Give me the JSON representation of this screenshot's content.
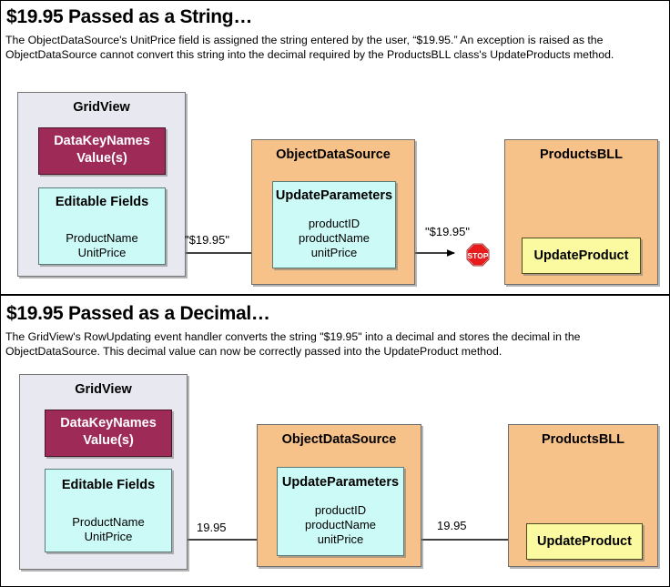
{
  "panels": [
    {
      "id": "string-case",
      "title": "$19.95 Passed as a String…",
      "description": "The ObjectDataSource's UnitPrice field is assigned the string entered by the user, “$19.95.” An exception is raised as the ObjectDataSource cannot convert this string into the decimal required by the ProductsBLL class's UpdateProducts method.",
      "gridview": {
        "title": "GridView",
        "datakey": {
          "title": "DataKeyNames\nValue(s)",
          "line1": "DataKeyNames",
          "line2": "Value(s)"
        },
        "editable": {
          "title": "Editable Fields",
          "fields": "ProductName\nUnitPrice",
          "field1": "ProductName",
          "field2": "UnitPrice"
        }
      },
      "objectdatasource": {
        "title": "ObjectDataSource",
        "updateparameters": {
          "title": "UpdateParameters",
          "params": [
            "productID",
            "productName",
            "unitPrice"
          ]
        }
      },
      "productsbll": {
        "title": "ProductsBLL",
        "method": "UpdateProduct"
      },
      "arrow1_label": "\"$19.95\"",
      "arrow2_label": "\"$19.95\"",
      "stop_icon": "stop-sign-icon",
      "stop_text": "STOP"
    },
    {
      "id": "decimal-case",
      "title": "$19.95 Passed as a Decimal…",
      "description": "The GridView's RowUpdating event handler converts the string \"$19.95\" into a decimal and stores the decimal in the ObjectDataSource. This decimal value can now be correctly passed into the UpdateProduct method.",
      "gridview": {
        "title": "GridView",
        "datakey": {
          "line1": "DataKeyNames",
          "line2": "Value(s)"
        },
        "editable": {
          "title": "Editable Fields",
          "field1": "ProductName",
          "field2": "UnitPrice"
        }
      },
      "objectdatasource": {
        "title": "ObjectDataSource",
        "updateparameters": {
          "title": "UpdateParameters",
          "params": [
            "productID",
            "productName",
            "unitPrice"
          ]
        }
      },
      "productsbll": {
        "title": "ProductsBLL",
        "method": "UpdateProduct"
      },
      "arrow1_label": "19.95",
      "arrow2_label": "19.95"
    }
  ],
  "colors": {
    "gridview_bg": "#e8e9f0",
    "orange_bg": "#f7c18a",
    "cyan_bg": "#ccfaf7",
    "yellow_bg": "#fbfaa0",
    "maroon_bg": "#9e2a58",
    "stop_red": "#e81c1c",
    "line": "#000000"
  }
}
